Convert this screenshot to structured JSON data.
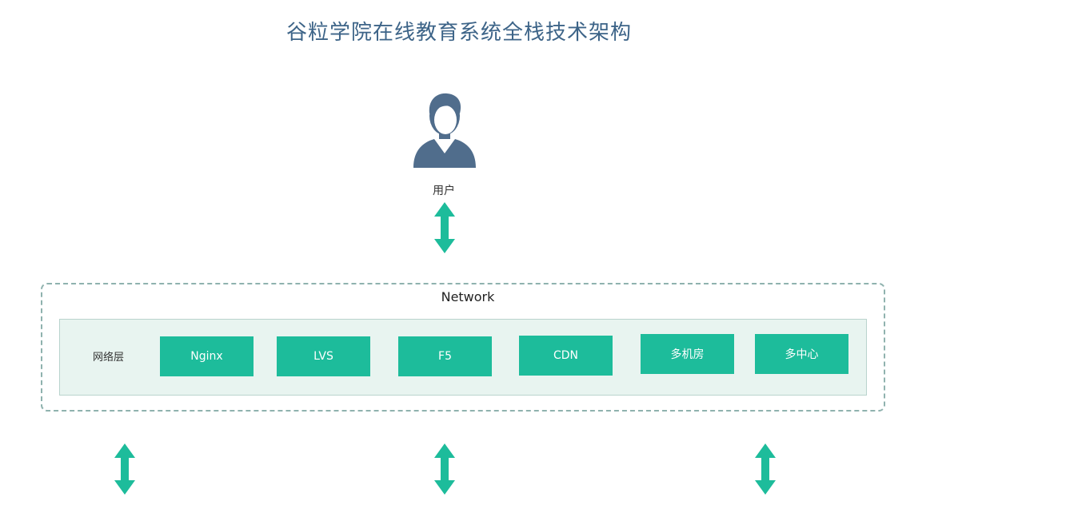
{
  "title": "谷粒学院在线教育系统全栈技术架构",
  "user": {
    "icon": "user-icon",
    "label": "用户"
  },
  "network": {
    "title": "Network",
    "layer_label": "网络层",
    "nodes": [
      "Nginx",
      "LVS",
      "F5",
      "CDN",
      "多机房",
      "多中心"
    ]
  },
  "colors": {
    "title": "#3d6488",
    "user_icon": "#506d8c",
    "node": "#1dbc9b",
    "arrow": "#1dbc9b",
    "frame_border": "#8fb2ae",
    "panel": "#e8f4f0"
  }
}
